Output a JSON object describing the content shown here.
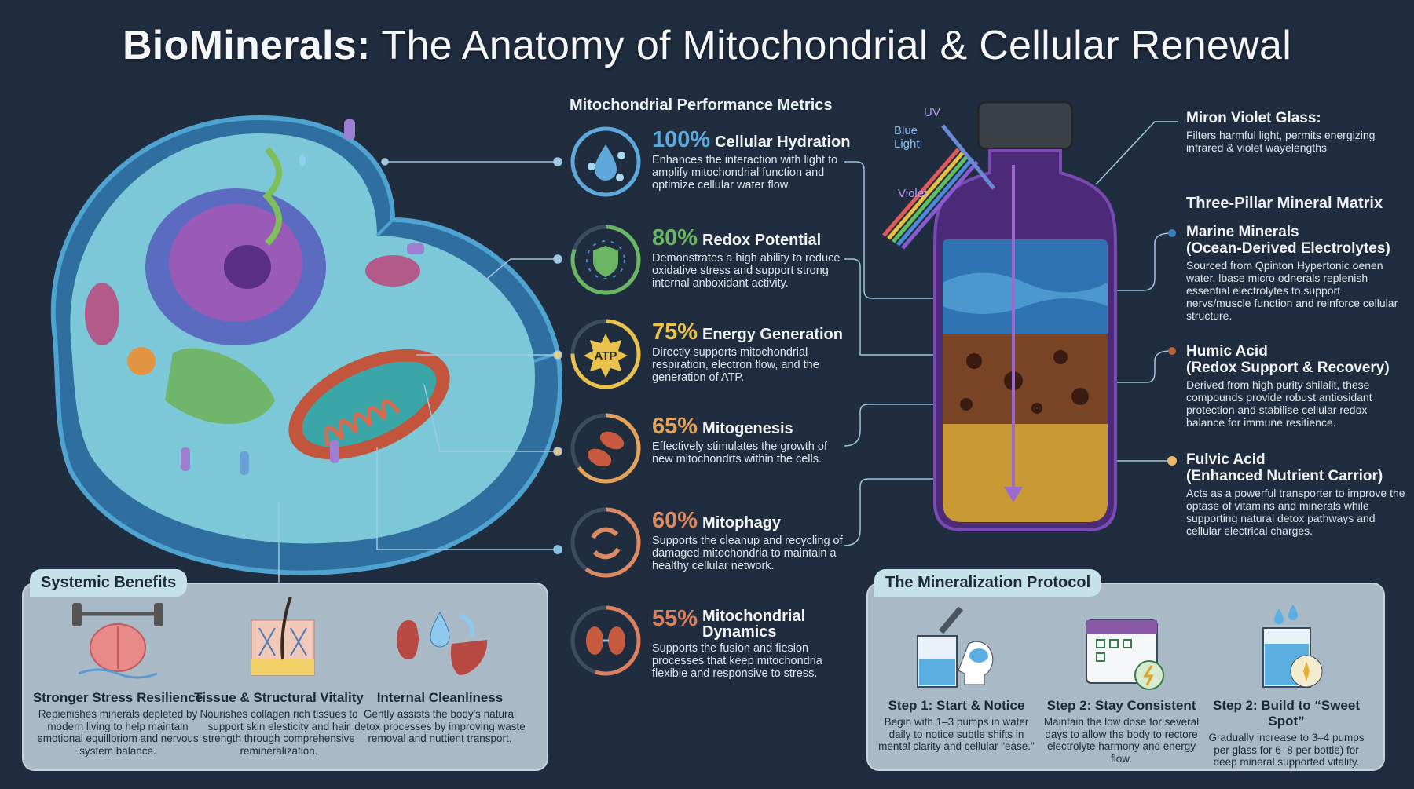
{
  "title": {
    "bold": "BioMinerals:",
    "rest": " The Anatomy of Mitochondrial & Cellular Renewal"
  },
  "metrics_header": "Mitochondrial Performance Metrics",
  "metrics": [
    {
      "pct": "100%",
      "value": 100,
      "name": "Cellular Hydration",
      "desc": "Enhances the interaction with light to amplify mitochondrial function and optimize cellular water flow.",
      "color": "#5fa8dc",
      "icon": "water-molecule-icon"
    },
    {
      "pct": "80%",
      "value": 80,
      "name": "Redox Potential",
      "desc": "Demonstrates a high ability to reduce oxidative stress and support strong internal anboxidant activity.",
      "color": "#6cb565",
      "icon": "shield-icon"
    },
    {
      "pct": "75%",
      "value": 75,
      "name": "Energy Generation",
      "desc": "Directly supports mitochondrial respiration, electron flow, and the generation of ATP.",
      "color": "#e8c24a",
      "icon": "atp-icon",
      "icon_text": "ATP"
    },
    {
      "pct": "65%",
      "value": 65,
      "name": "Mitogenesis",
      "desc": "Effectively stimulates the growth of new mitochondrts within the cells.",
      "color": "#e3a35a",
      "icon": "mitochondria-split-icon"
    },
    {
      "pct": "60%",
      "value": 60,
      "name": "Mitophagy",
      "desc": "Supports the cleanup and recycling of damaged mitochondria to maintain a healthy cellular network.",
      "color": "#dc8a62",
      "icon": "recycle-icon"
    },
    {
      "pct": "55%",
      "value": 55,
      "name": "Mitochondrial Dynamics",
      "desc": "Supports the fusion and fiesion processes that keep mitochondria flexible and responsive to stress.",
      "color": "#d9805e",
      "icon": "mitochondria-fusion-icon"
    }
  ],
  "light_labels": {
    "uv": "UV",
    "blue": "Blue Light",
    "violet": "Violet"
  },
  "glass": {
    "title": "Miron Violet Glass:",
    "desc": "Filters harmful light, permits energizing infrared & violet wayelengths"
  },
  "matrix_header": "Three-Pillar Mineral Matrix",
  "pillars": [
    {
      "name": "Marine Minerals",
      "sub": "(Ocean-Derived Electrolytes)",
      "desc": "Sourced from Qpinton Hypertonic oenen water, lbase micro odnerals replenish essential electrolytes to support nervs/muscle function and reinforce cellular structure.",
      "color": "#3f7fc0"
    },
    {
      "name": "Humic Acid",
      "sub": "(Redox Support & Recovery)",
      "desc": "Derived from high purity shilalit, these compounds provide robust antiosidant protection and stabilise cellular redox balance for immune resitience.",
      "color": "#b5603e"
    },
    {
      "name": "Fulvic Acid",
      "sub": "(Enhanced Nutrient Carrior)",
      "desc": "Acts as a powerful transporter to improve the optase of vitamins and minerals while supporting natural detox pathways and cellular electrical charges.",
      "color": "#e6b867"
    }
  ],
  "benefits": {
    "title": "Systemic Benefits",
    "items": [
      {
        "title": "Stronger Stress Resilience",
        "desc": "Repienishes minerals depleted by modern living to help maintain emotional equillbriom and nervous system balance.",
        "icon": "brain-weight-icon"
      },
      {
        "title": "Tissue & Structural Vitality",
        "desc": "Nourishes collagen rich tissues to support skin elesticity and hair strength through comprehensive remineralization.",
        "icon": "skin-layers-icon"
      },
      {
        "title": "Internal Cleanliness",
        "desc": "Gently assists the body's natural detox processes by improving waste removal and nuttient transport.",
        "icon": "kidney-liver-icon"
      }
    ]
  },
  "protocol": {
    "title": "The Mineralization Protocol",
    "steps": [
      {
        "title": "Step 1: Start & Notice",
        "desc": "Begin with 1–3 pumps in water daily to notice subtle shifts in mental clarity and cellular \"ease.\"",
        "icon": "dropper-glass-icon"
      },
      {
        "title": "Step 2: Stay Consistent",
        "desc": "Maintain the low dose for several days to allow the body to rectore electrolyte harmony and energy flow.",
        "icon": "calendar-icon"
      },
      {
        "title": "Step 2: Build to “Sweet Spot”",
        "desc": "Gradually increase to 3–4 pumps per glass for 6–8 per bottle) for deep mineral supported vitality.",
        "icon": "glass-sparkle-icon"
      }
    ]
  }
}
